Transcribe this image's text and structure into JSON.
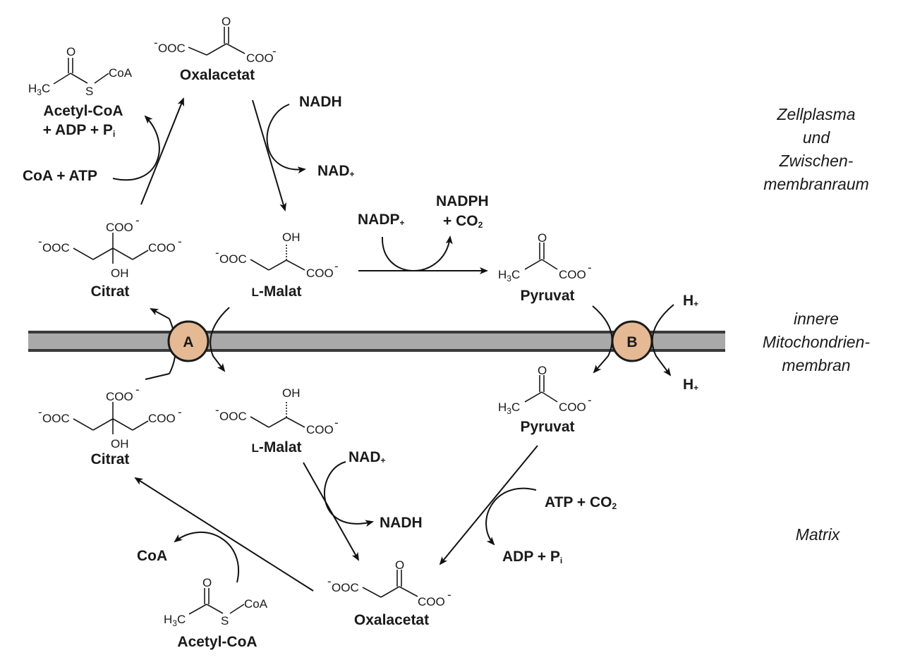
{
  "regions": {
    "cytoplasm": [
      "Zellplasma",
      "und",
      "Zwischen-",
      "membranraum"
    ],
    "membrane": [
      "innere",
      "Mitochondrien-",
      "membran"
    ],
    "matrix": "Matrix"
  },
  "transporters": {
    "a": "A",
    "b": "B"
  },
  "compounds": {
    "oxalacetat": "Oxalacetat",
    "acetyl_coa": "Acetyl-CoA",
    "citrat": "Citrat",
    "malat_prefix": "L",
    "malat_name": "-Malat",
    "pyruvat": "Pyruvat"
  },
  "atoms": {
    "ooc": "OOC",
    "coo": "COO",
    "minus": "-",
    "o": "O",
    "oh": "OH",
    "h": "H",
    "h3c_c": "C",
    "s": "S",
    "coa": "CoA",
    "three": "3"
  },
  "cofactors": {
    "acetyl_extra": "+ ADP + P",
    "acetyl_extra_sub": "i",
    "coa_atp": "CoA + ATP",
    "nadh": "NADH",
    "nad": "NAD",
    "plus": "+",
    "nadp": "NADP",
    "nadph": "NADPH",
    "co2_plus": "+ CO",
    "two": "2",
    "atp_co2": "ATP + CO",
    "adp_pi": "ADP + P",
    "pi_sub": "i",
    "coa": "CoA",
    "h_ion": "H"
  }
}
